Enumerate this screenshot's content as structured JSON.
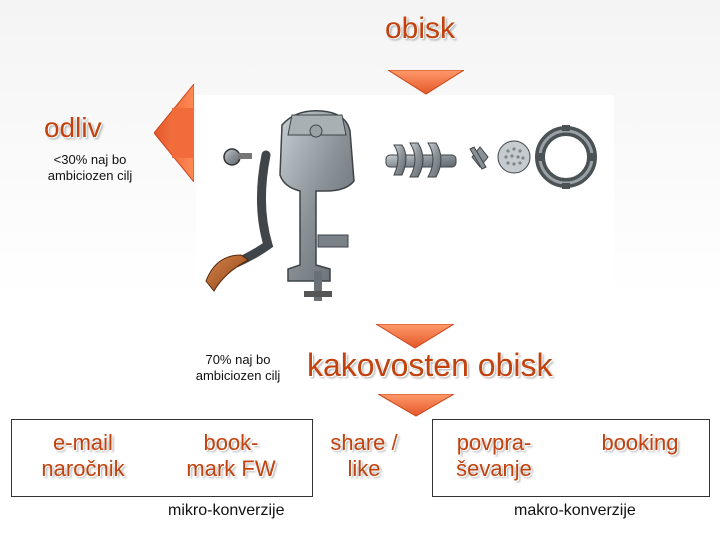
{
  "title": "obisk",
  "outflow": {
    "label": "odliv",
    "note": "<30% naj bo\nambiciozen cilj"
  },
  "quality": {
    "label": "kakovosten obisk",
    "note": "70% naj bo\nambiciozen cilj"
  },
  "stages": [
    {
      "id": "email",
      "label": "e-mail\nnaročnik"
    },
    {
      "id": "bookmark",
      "label": "book-\nmark FW"
    },
    {
      "id": "share",
      "label": "share /\nlike"
    },
    {
      "id": "inquiry",
      "label": "povpra-\nševanje"
    },
    {
      "id": "booking",
      "label": "booking"
    }
  ],
  "groups": {
    "micro": "mikro-konverzije",
    "macro": "makro-konverzije"
  },
  "colors": {
    "arrow": "#f26b3a",
    "arrow_edge": "#c9471d",
    "accent_text": "#c2410c",
    "frame": "#333333"
  },
  "image": {
    "icon": "meat-grinder-icon"
  }
}
